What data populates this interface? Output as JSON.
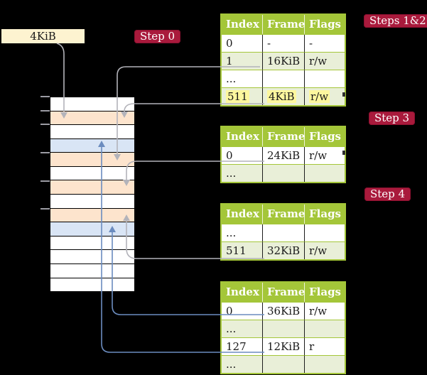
{
  "colors": {
    "bg": "#000000",
    "table-green": "#a4c639",
    "row-shade": "#e9efd8",
    "highlight": "#fdf79e",
    "badge-red": "#a91a3c",
    "cream": "#fdf3d0",
    "mem-orange": "#fde4cd",
    "mem-blue": "#d9e5f5",
    "gray-line": "#b3b3ba",
    "blue-line": "#6b8cbf"
  },
  "frame_label": {
    "text": "4KiB"
  },
  "badges": {
    "step0": "Step 0",
    "steps12": "Steps 1&2",
    "step3": "Step 3",
    "step4": "Step 4"
  },
  "memory": {
    "rows": [
      "white",
      "orange",
      "white",
      "blue",
      "orange",
      "white",
      "orange",
      "white",
      "orange",
      "blue",
      "white",
      "white",
      "white",
      "white"
    ]
  },
  "tables": [
    {
      "headers": [
        "Index",
        "Frame",
        "Flags"
      ],
      "rows": [
        {
          "cells": [
            "0",
            "-",
            "-"
          ]
        },
        {
          "cells": [
            "1",
            "16KiB",
            "r/w"
          ]
        },
        {
          "cells": [
            "...",
            "",
            ""
          ]
        },
        {
          "cells": [
            "511",
            "4KiB",
            "r/w"
          ]
        }
      ]
    },
    {
      "headers": [
        "Index",
        "Frame",
        "Flags"
      ],
      "rows": [
        {
          "cells": [
            "0",
            "24KiB",
            "r/w"
          ]
        },
        {
          "cells": [
            "...",
            "",
            ""
          ]
        }
      ]
    },
    {
      "headers": [
        "Index",
        "Frame",
        "Flags"
      ],
      "rows": [
        {
          "cells": [
            "...",
            "",
            ""
          ]
        },
        {
          "cells": [
            "511",
            "32KiB",
            "r/w"
          ]
        }
      ]
    },
    {
      "headers": [
        "Index",
        "Frame",
        "Flags"
      ],
      "rows": [
        {
          "cells": [
            "0",
            "36KiB",
            "r/w"
          ]
        },
        {
          "cells": [
            "...",
            "",
            ""
          ]
        },
        {
          "cells": [
            "127",
            "12KiB",
            "r"
          ]
        },
        {
          "cells": [
            "...",
            "",
            ""
          ]
        }
      ]
    }
  ]
}
